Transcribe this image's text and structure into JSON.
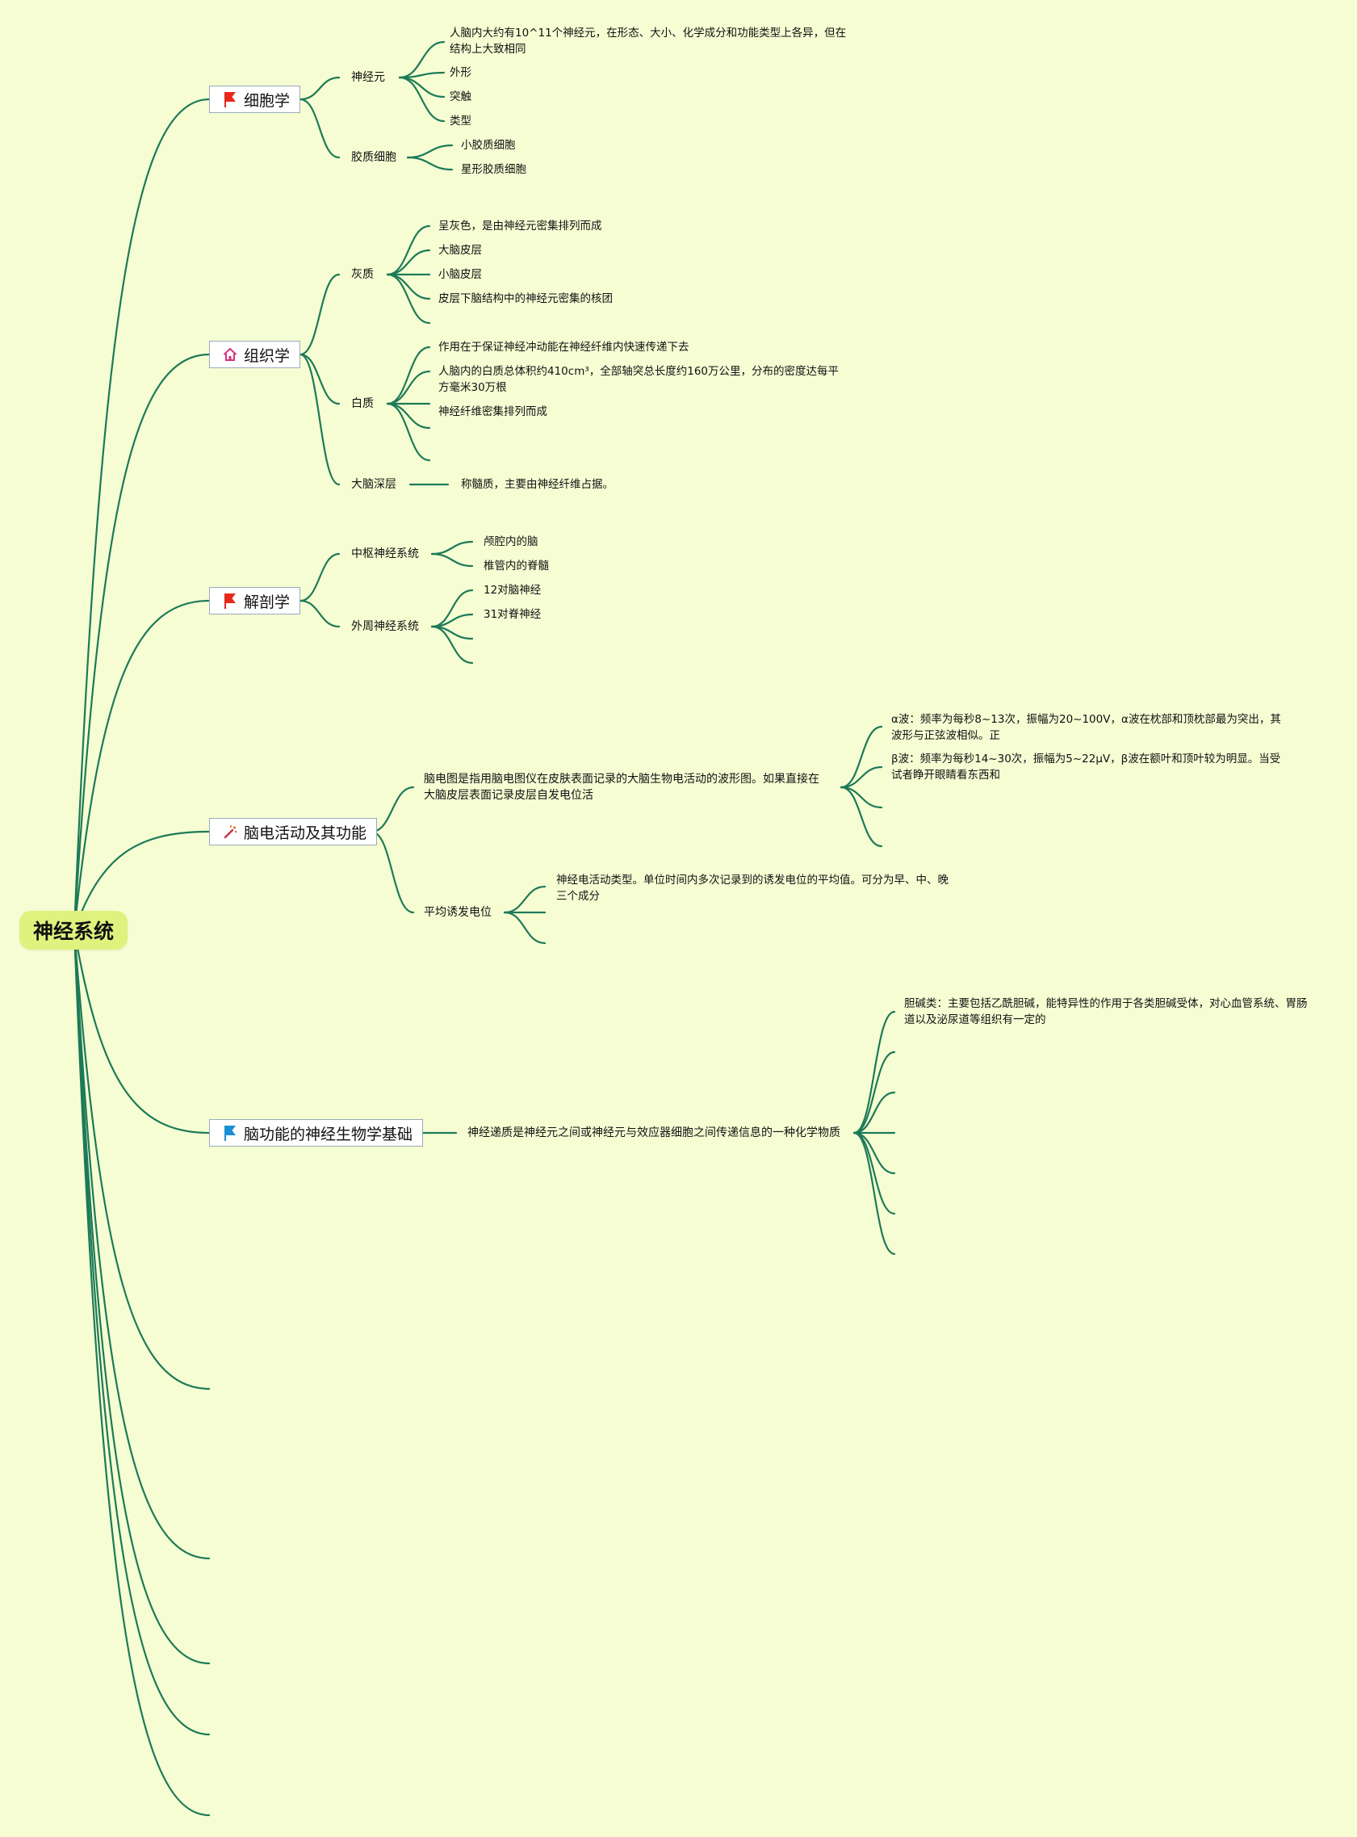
{
  "root": {
    "label": "神经系统"
  },
  "branches": {
    "cytology": {
      "label": "细胞学",
      "icon": "red-flag-icon",
      "children": {
        "neuron": {
          "label": "神经元",
          "items": [
            "人脑内大约有10^11个神经元，在形态、大小、化学成分和功能类型上各异，但在结构上大致相同",
            "外形",
            "突触",
            "类型"
          ]
        },
        "glia": {
          "label": "胶质细胞",
          "items": [
            "小胶质细胞",
            "星形胶质细胞"
          ]
        }
      }
    },
    "histology": {
      "label": "组织学",
      "icon": "home-icon",
      "children": {
        "gray": {
          "label": "灰质",
          "items": [
            "呈灰色，是由神经元密集排列而成",
            "大脑皮层",
            "小脑皮层",
            "皮层下脑结构中的神经元密集的核团"
          ]
        },
        "white": {
          "label": "白质",
          "items": [
            "作用在于保证神经冲动能在神经纤维内快速传递下去",
            "人脑内的白质总体积约410cm³，全部轴突总长度约160万公里，分布的密度达每平方毫米30万根",
            "神经纤维密集排列而成"
          ]
        },
        "deep": {
          "label": "大脑深层",
          "items": [
            "称髓质，主要由神经纤维占据。"
          ]
        }
      }
    },
    "anatomy": {
      "label": "解剖学",
      "icon": "red-flag-icon",
      "children": {
        "cns": {
          "label": "中枢神经系统",
          "items": [
            "颅腔内的脑",
            "椎管内的脊髓"
          ]
        },
        "pns": {
          "label": "外周神经系统",
          "items": [
            "12对脑神经",
            "31对脊神经"
          ]
        }
      }
    },
    "eeg": {
      "label": "脑电活动及其功能",
      "icon": "magic-wand-icon",
      "children": {
        "eeg_def": {
          "label": "脑电图是指用脑电图仪在皮肤表面记录的大脑生物电活动的波形图。如果直接在大脑皮层表面记录皮层自发电位活",
          "items": [
            "α波：频率为每秒8~13次，振幅为20~100V，α波在枕部和顶枕部最为突出，其波形与正弦波相似。正",
            "β波：频率为每秒14~30次，振幅为5~22μV，β波在额叶和顶叶较为明显。当受试者睁开眼睛看东西和"
          ]
        },
        "evoked": {
          "label": "平均诱发电位",
          "items": [
            "神经电活动类型。单位时间内多次记录到的诱发电位的平均值。可分为早、中、晚三个成分"
          ]
        }
      }
    },
    "neurobio": {
      "label": "脑功能的神经生物学基础",
      "icon": "blue-flag-icon",
      "children": {
        "transmitter": {
          "label": "神经递质是神经元之间或神经元与效应器细胞之间传递信息的一种化学物质",
          "items": [
            "胆碱类：主要包括乙酰胆碱，能特异性的作用于各类胆碱受体，对心血管系统、胃肠道以及泌尿道等组织有一定的"
          ]
        }
      }
    }
  },
  "colors": {
    "background": "#f6fdd3",
    "link": "#1d7a57",
    "root_fill": "#dff27d",
    "flag_red": "#e52a1c",
    "flag_blue": "#1b8fd6"
  }
}
